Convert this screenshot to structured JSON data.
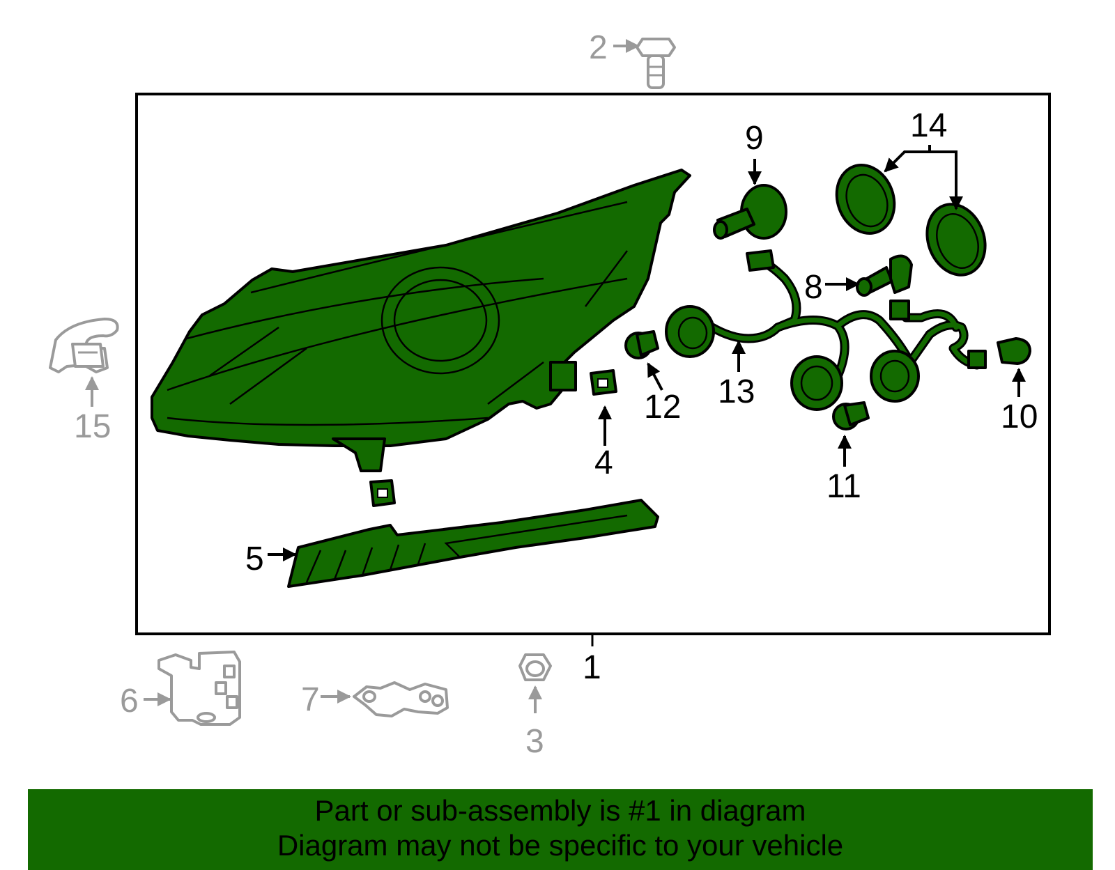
{
  "callouts": {
    "c1": "1",
    "c2": "2",
    "c3": "3",
    "c4": "4",
    "c5": "5",
    "c6": "6",
    "c7": "7",
    "c8": "8",
    "c9": "9",
    "c10": "10",
    "c11": "11",
    "c12": "12",
    "c13": "13",
    "c14": "14",
    "c15": "15"
  },
  "banner": {
    "line1": "Part or sub-assembly is #1 in diagram",
    "line2": "Diagram may not be specific to your vehicle"
  },
  "colors": {
    "highlight": "#136a00",
    "outline": "#000000",
    "not_included": "#9a9a9a",
    "background": "#ffffff"
  }
}
